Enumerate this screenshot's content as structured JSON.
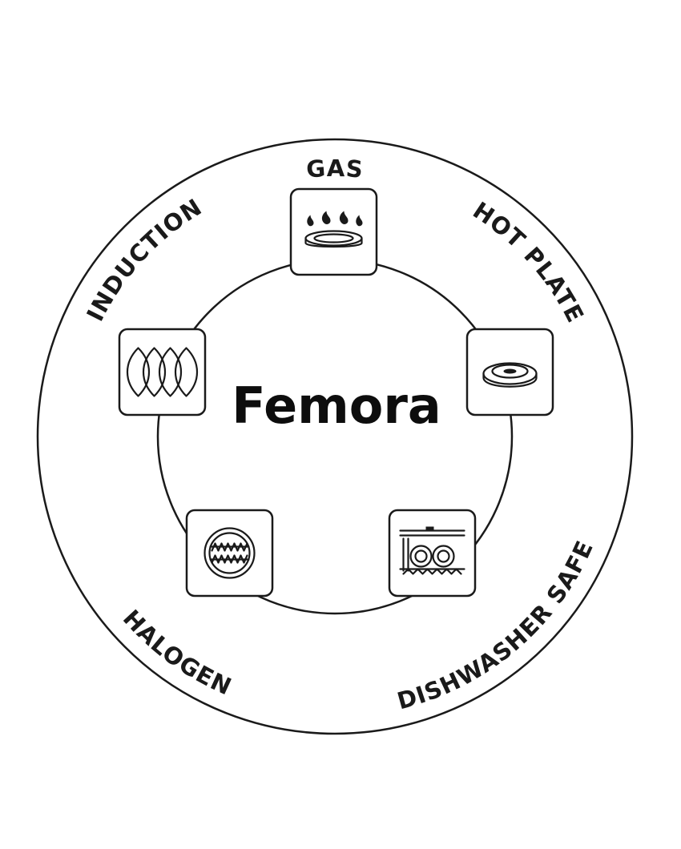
{
  "brand": "Femora",
  "features": [
    {
      "key": "gas",
      "label": "GAS",
      "icon": "gas-burner-icon"
    },
    {
      "key": "hot-plate",
      "label": "HOT PLATE",
      "icon": "hot-plate-icon"
    },
    {
      "key": "dishwasher-safe",
      "label": "DISHWASHER SAFE",
      "icon": "dishwasher-icon"
    },
    {
      "key": "halogen",
      "label": "HALOGEN",
      "icon": "halogen-icon"
    },
    {
      "key": "induction",
      "label": "INDUCTION",
      "icon": "induction-coil-icon"
    }
  ]
}
